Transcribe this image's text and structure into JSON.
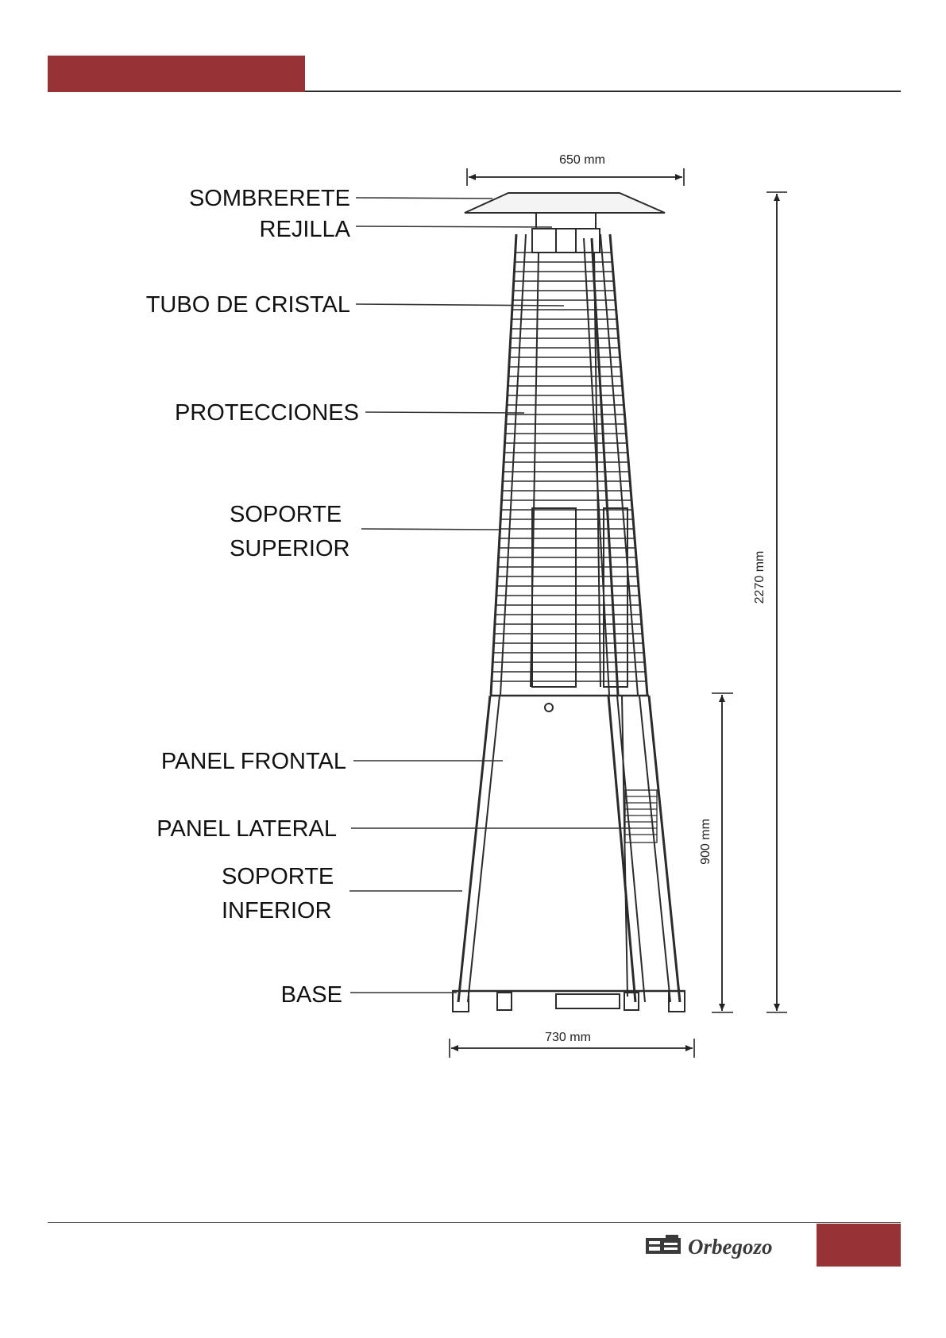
{
  "colors": {
    "accent": "#963336",
    "line": "#2b2b2b"
  },
  "labels": {
    "sombrerete": "SOMBRERETE",
    "rejilla": "REJILLA",
    "tubo": "TUBO DE CRISTAL",
    "protecciones": "PROTECCIONES",
    "soporte_superior_1": "SOPORTE",
    "soporte_superior_2": "SUPERIOR",
    "panel_frontal": "PANEL FRONTAL",
    "panel_lateral": "PANEL LATERAL",
    "soporte_inferior_1": "SOPORTE",
    "soporte_inferior_2": "INFERIOR",
    "base": "BASE"
  },
  "dimensions": {
    "top_width": "650 mm",
    "base_width": "730 mm",
    "total_height": "2270 mm",
    "lower_height": "900 mm"
  },
  "footer": {
    "logo_text": "Orbegozo",
    "logo_icon": "stove-logo-icon"
  }
}
